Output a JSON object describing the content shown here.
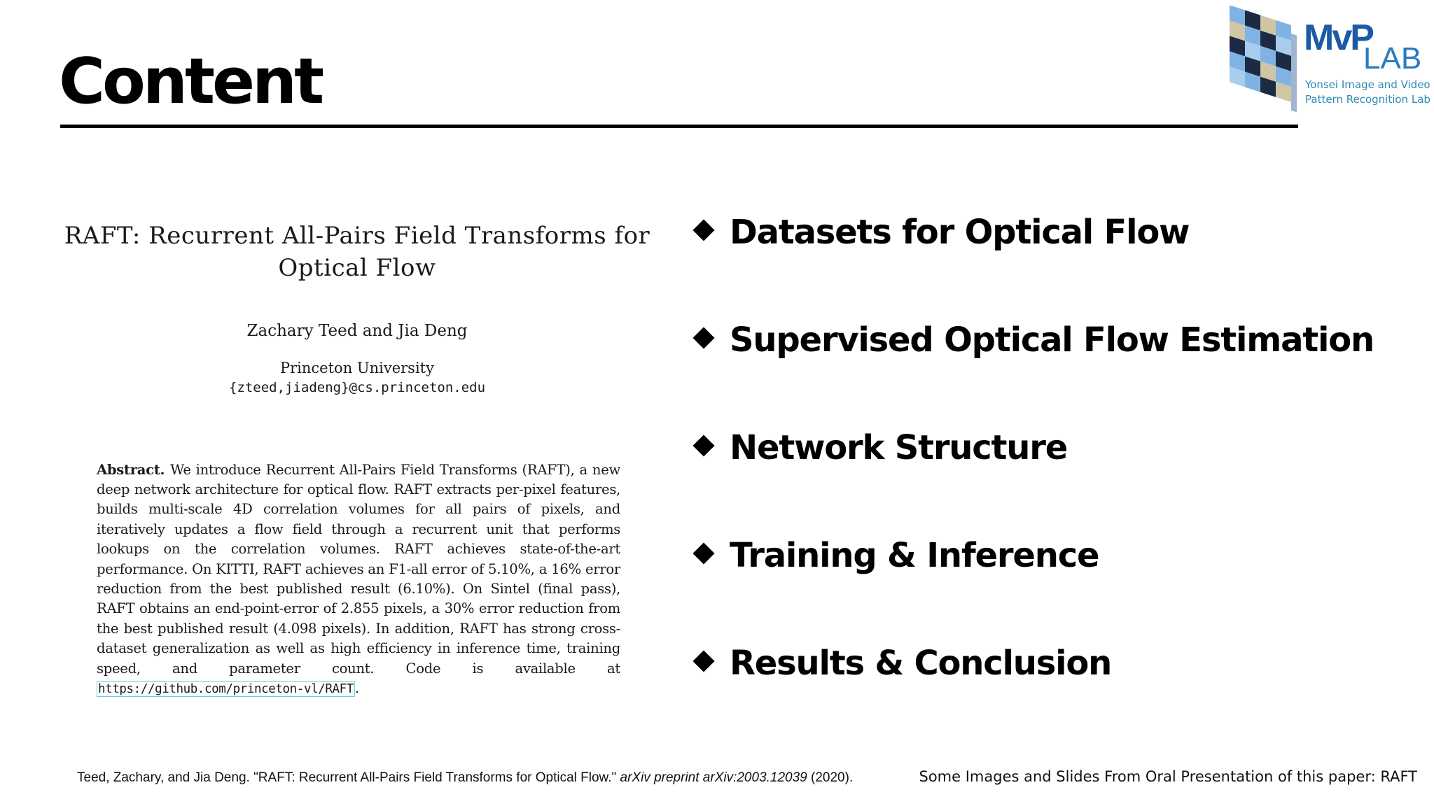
{
  "slide": {
    "title": "Content"
  },
  "logo": {
    "mvp": "MvP",
    "lab": "LAB",
    "subtitle_line1": "Yonsei Image and Video",
    "subtitle_line2": "Pattern Recognition Lab",
    "colors": {
      "primary": "#1b5aa6",
      "secondary": "#2a7bc0",
      "tile_light": "#7fb3e3",
      "tile_dark": "#1c2a44",
      "tile_beige": "#cfc6a6"
    }
  },
  "paper": {
    "title_line1": "RAFT: Recurrent All-Pairs Field Transforms for",
    "title_line2": "Optical Flow",
    "authors": "Zachary Teed and Jia Deng",
    "affiliation": "Princeton University",
    "email": "{zteed,jiadeng}@cs.princeton.edu",
    "abstract_label": "Abstract.",
    "abstract_text": "We introduce Recurrent All-Pairs Field Transforms (RAFT), a new deep network architecture for optical flow. RAFT extracts per-pixel features, builds multi-scale 4D correlation volumes for all pairs of pixels, and iteratively updates a flow field through a recurrent unit that performs lookups on the correlation volumes. RAFT achieves state-of-the-art performance. On KITTI, RAFT achieves an F1-all error of 5.10%, a 16% error reduction from the best published result (6.10%). On Sintel (final pass), RAFT obtains an end-point-error of 2.855 pixels, a 30% error reduction from the best published result (4.098 pixels). In addition, RAFT has strong cross-dataset generalization as well as high efficiency in inference time, training speed, and parameter count. Code is available at",
    "code_url": "https://github.com/princeton-vl/RAFT",
    "abstract_end": "."
  },
  "content_items": [
    {
      "label": "Datasets for Optical Flow",
      "icon": "diamond-bullet-icon"
    },
    {
      "label": "Supervised Optical Flow Estimation",
      "icon": "diamond-bullet-icon"
    },
    {
      "label": "Network Structure",
      "icon": "diamond-bullet-icon"
    },
    {
      "label": "Training & Inference",
      "icon": "diamond-bullet-icon"
    },
    {
      "label": "Results & Conclusion",
      "icon": "diamond-bullet-icon"
    }
  ],
  "footer": {
    "citation_main": "Teed, Zachary, and Jia Deng. \"RAFT: Recurrent All-Pairs Field Transforms for Optical Flow.\"",
    "citation_venue": "arXiv preprint arXiv:2003.12039",
    "citation_year": "(2020).",
    "source_note": "Some Images and Slides From Oral Presentation of this paper: RAFT"
  }
}
